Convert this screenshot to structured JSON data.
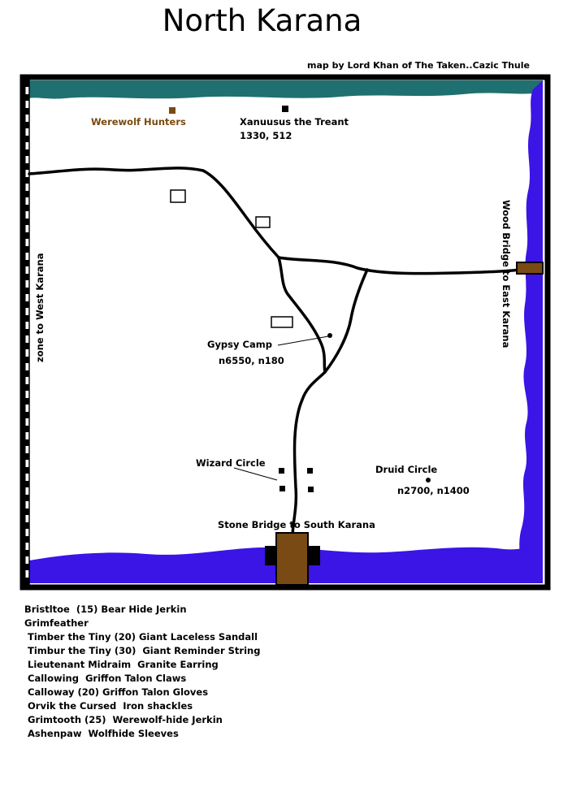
{
  "title": "North Karana",
  "credit": "map by Lord Khan of The Taken..Cazic Thule",
  "colors": {
    "water_north": "#1f7070",
    "water_east": "#3b14e6",
    "water_south": "#3b14e6",
    "bridge_wood": "#7a4a14",
    "road": "#000000",
    "label_brown": "#7a4a10"
  },
  "map_labels": {
    "werewolf_hunters": "Werewolf Hunters",
    "xanuusus": "Xanuusus the Treant",
    "xanuusus_loc": "1330, 512",
    "gypsy_camp": "Gypsy Camp",
    "gypsy_loc": "n6550, n180",
    "wizard_circle": "Wizard Circle",
    "druid_circle": "Druid Circle",
    "druid_loc": "n2700, n1400",
    "stone_bridge": "Stone Bridge to South Karana",
    "wood_bridge": "Wood Bridge to East Karana",
    "west_zone": "zone to West Karana"
  },
  "notes": [
    "Bristltoe  (15) Bear Hide Jerkin",
    "Grimfeather",
    " Timber the Tiny (20) Giant Laceless Sandall",
    " Timbur the Tiny (30)  Giant Reminder String",
    " Lieutenant Midraim  Granite Earring",
    " Callowing  Griffon Talon Claws",
    " Calloway (20) Griffon Talon Gloves",
    " Orvik the Cursed  Iron shackles",
    " Grimtooth (25)  Werewolf-hide Jerkin",
    " Ashenpaw  Wolfhide Sleeves"
  ]
}
